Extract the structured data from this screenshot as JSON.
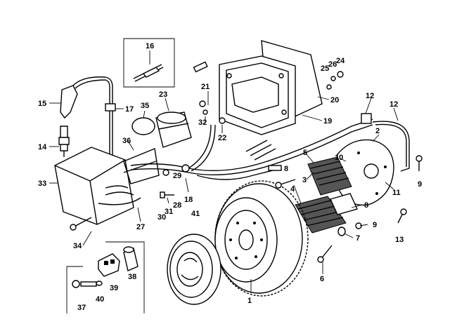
{
  "callouts": {
    "c1": "1",
    "c2": "2",
    "c3": "3",
    "c4": "4",
    "c5": "5",
    "c6": "6",
    "c7": "7",
    "c8a": "8",
    "c8b": "8",
    "c9a": "9",
    "c9b": "9",
    "c10": "10",
    "c11": "11",
    "c12a": "12",
    "c12b": "12",
    "c13": "13",
    "c14": "14",
    "c15": "15",
    "c16": "16",
    "c17": "17",
    "c18": "18",
    "c19": "19",
    "c20": "20",
    "c21": "21",
    "c22": "22",
    "c23": "23",
    "c24": "24",
    "c25": "25",
    "c26": "26",
    "c27": "27",
    "c28": "28",
    "c29": "29",
    "c30": "30",
    "c31": "31",
    "c32": "32",
    "c33": "33",
    "c34": "34",
    "c35": "35",
    "c36": "36",
    "c37": "37",
    "c38": "38",
    "c39": "39",
    "c40": "40",
    "c41": "41"
  }
}
